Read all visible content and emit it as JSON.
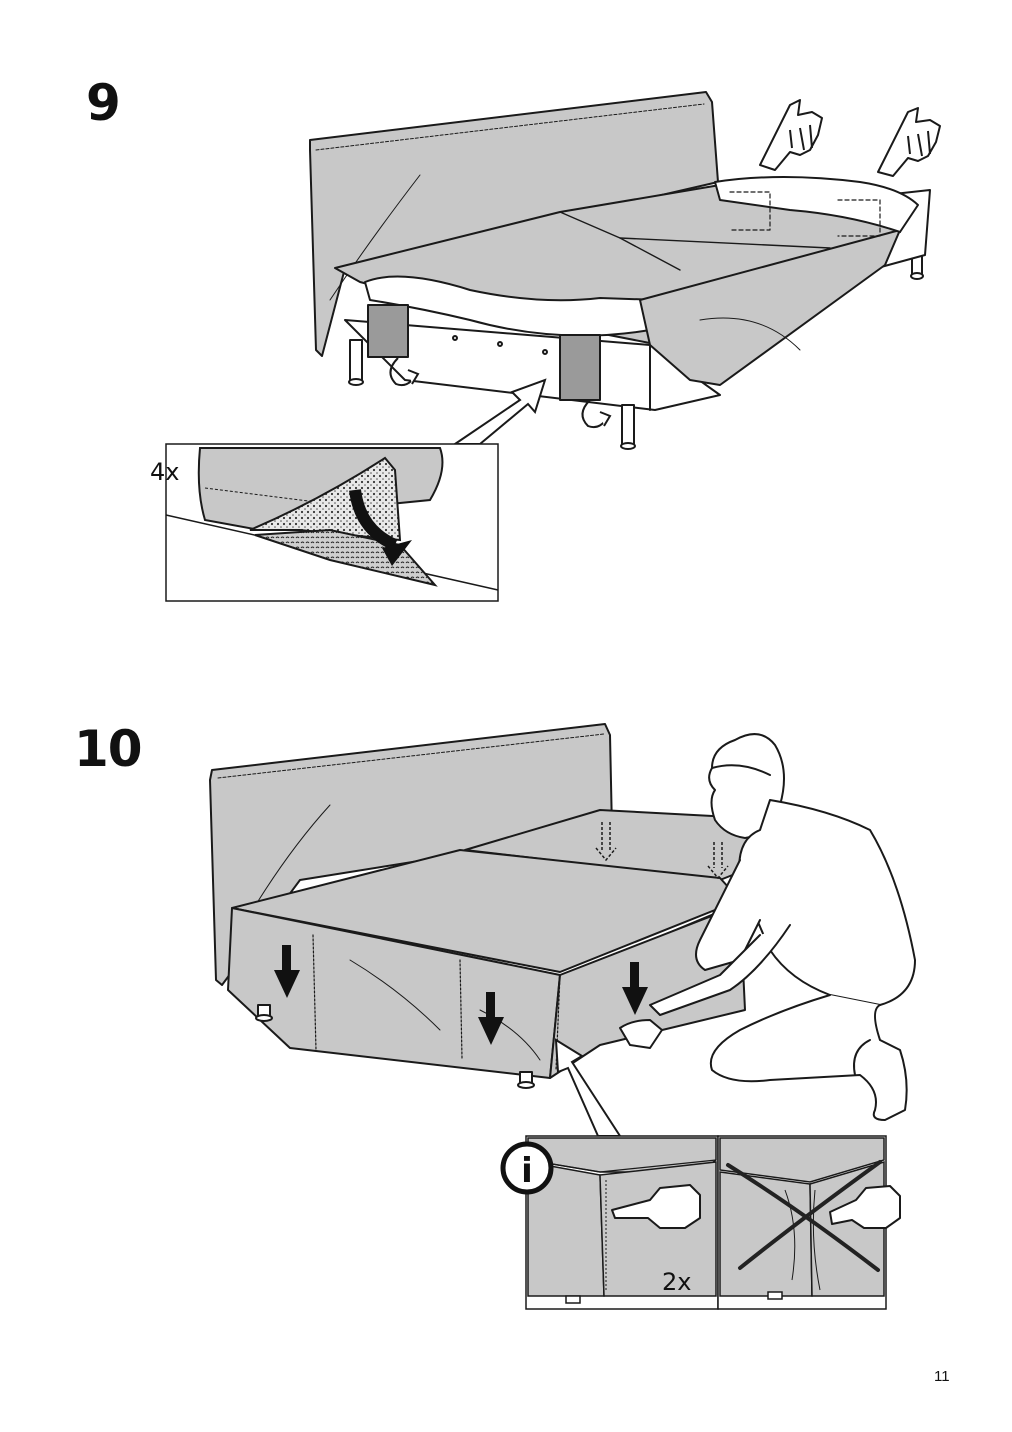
{
  "steps": [
    {
      "number": "9",
      "detail_label": "4x"
    },
    {
      "number": "10",
      "detail_label": "2x"
    }
  ],
  "info_icon": "i",
  "page_number": "11",
  "colors": {
    "upholstery": "#c8c8c8",
    "upholstery_dark": "#9a9a9a",
    "line": "#1a1a1a",
    "velcro": "#e6e6e6"
  },
  "icons": [
    "pointing-hand-icon",
    "rotate-arrow-icon",
    "down-arrow-icon",
    "info-icon",
    "cross-mark-icon"
  ]
}
